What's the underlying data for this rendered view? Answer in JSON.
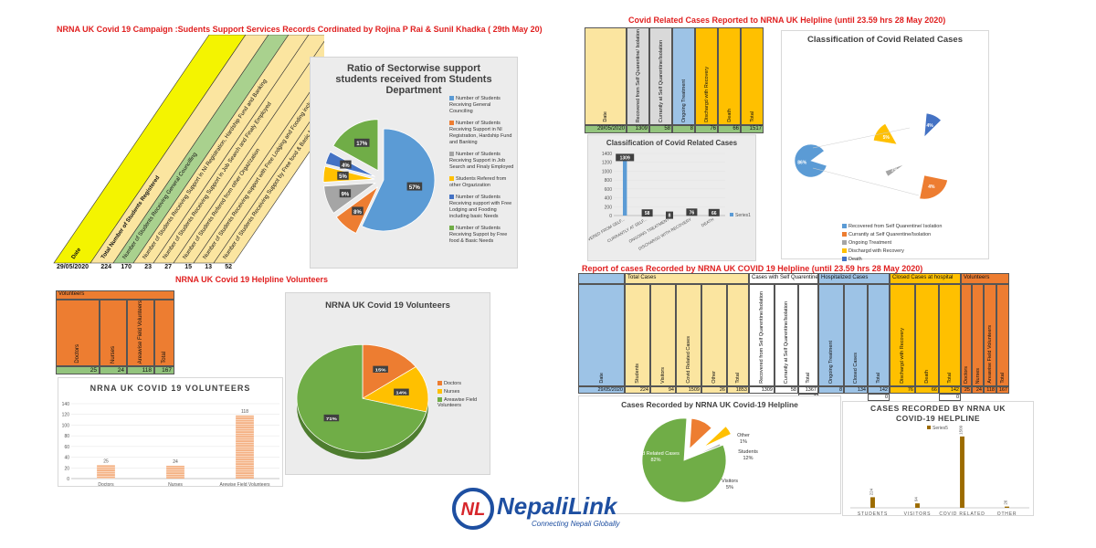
{
  "top_left": {
    "title": "NRNA UK Covid 19 Campaign :Sudents Support Services Records Cordinated by Rojina P Rai & Sunil Khadka ( 29th May 20)",
    "diag_headers": [
      "Date",
      "Total Number of Students Registered",
      "Number of Students Receiving General Councilling",
      "Number of Students Receiving Support in NI Registration, Hardship Fund and Banking",
      "Number of Students Receiving Support in Job Search and Finaly Employed",
      "Number of Students Refered from other Orgazization",
      "Number of Students Receiving support with Free Lodging and Fooding including basic Needs",
      "Number of Students Receiving Suppot by Free food & Basic Needs"
    ],
    "row": [
      "29/05/2020",
      "224",
      "170",
      "23",
      "27",
      "15",
      "13",
      "52"
    ],
    "colors": {
      "yellow": "#f4f400",
      "green": "#a9d18e",
      "beige": "#fbe5a0"
    }
  },
  "sector_chart": {
    "title": "Ratio of Sectorwise support students received from Students Department",
    "chart_data": {
      "type": "pie",
      "categories": [
        "Number of Students Receiving General Counciling",
        "Number of Students Receiving Support in NI Registration, Hardship Fund and Banking",
        "Number of Students Receiving Support in Job Search and Finaly Employed",
        "Students  Refered from other Orgazization",
        "Number of Students Receiving support with Free Lodging and Fooding including basic Needs",
        "Number of Students Receiving Suppot by Free food & Basic Needs"
      ],
      "values": [
        57,
        8,
        9,
        5,
        4,
        17
      ],
      "labels": [
        "57%",
        "8%",
        "9%",
        "5%",
        "4%",
        "17%"
      ],
      "colors": [
        "#5b9bd5",
        "#ed7d31",
        "#a5a5a5",
        "#ffc000",
        "#4472c4",
        "#70ad47"
      ],
      "legend": "right"
    }
  },
  "helpline_volunteers": {
    "title": "NRNA UK Covid 19 Helpline Volunteers",
    "header": "Volunteers",
    "columns": [
      "Doctors",
      "Nurses",
      "Areawise Field Volunteers",
      "Total"
    ],
    "values": [
      "25",
      "24",
      "118",
      "167"
    ],
    "color": "#ed7d31"
  },
  "volunteer_bar": {
    "title": "NRNA UK COVID 19 VOLUNTEERS",
    "chart_data": {
      "type": "bar",
      "categories": [
        "Doctors",
        "Nurses",
        "Arewise Field Volunteers"
      ],
      "values": [
        25,
        24,
        118
      ],
      "value_labels": [
        "25",
        "24",
        "118"
      ],
      "yticks": [
        "0",
        "20",
        "40",
        "60",
        "80",
        "100",
        "120",
        "140"
      ],
      "ylim": [
        0,
        140
      ],
      "color": "#f4b183"
    }
  },
  "volunteer_pie": {
    "title": "NRNA UK Covid 19 Volunteers",
    "chart_data": {
      "type": "pie",
      "categories": [
        "Doctors",
        "Nurses",
        "Areawise Field Volunteers"
      ],
      "values": [
        15,
        14,
        71
      ],
      "labels": [
        "15%",
        "14%",
        "71%"
      ],
      "colors": [
        "#ed7d31",
        "#ffc000",
        "#70ad47"
      ],
      "legend": "right"
    }
  },
  "covid_cases_table": {
    "title": "Covid Related Cases Reported to NRNA UK Helpline (until 23.59 hrs 28 May 2020)",
    "columns": [
      "Date",
      "Recovered from Self Quarentine/ Isolation",
      "Currantly at Self Quarentine/Isolation",
      "Ongoing Treatment",
      "Dischargd with Recovery",
      "Death",
      "Total"
    ],
    "values": [
      "29/05/2020",
      "1309",
      "58",
      "8",
      "76",
      "66",
      "1517"
    ],
    "colors": [
      "#fbe5a0",
      "#d9d9d9",
      "#d9d9d9",
      "#9dc3e6",
      "#ffc000",
      "#ffc000",
      "#ffc000"
    ]
  },
  "classification_bar": {
    "title": "Classification of Covid Related Cases",
    "chart_data": {
      "type": "bar",
      "categories": [
        "RECOVERED FROM SELF...",
        "CURRANTLY AT SELF...",
        "ONGOING TREATMENT",
        "DISCHARGD WITH RECOVERY",
        "DEATH"
      ],
      "values": [
        1309,
        58,
        8,
        76,
        66
      ],
      "value_labels": [
        "1309",
        "58",
        "8",
        "76",
        "66"
      ],
      "yticks": [
        "0",
        "200",
        "400",
        "600",
        "800",
        "1000",
        "1200",
        "1400"
      ],
      "ylim": [
        0,
        1400
      ],
      "series": [
        {
          "name": "Series1",
          "values": [
            1309,
            58,
            8,
            76,
            66
          ]
        }
      ],
      "color": "#5b9bd5"
    }
  },
  "classification_pie": {
    "title": "Classification of Covid Related Cases",
    "chart_data": {
      "type": "pie",
      "categories": [
        "Recovered from Self Quarentine/ Isolation",
        "Currantly at Self Quarentine/Isolation",
        "Ongoing Treatment",
        "Dischargd with Recovery",
        "Death"
      ],
      "values": [
        86,
        4,
        1,
        5,
        4
      ],
      "labels": [
        "86%",
        "4%",
        "1%",
        "5%",
        "4%"
      ],
      "colors": [
        "#5b9bd5",
        "#ed7d31",
        "#a5a5a5",
        "#ffc000",
        "#4472c4"
      ],
      "legend": "bottom"
    }
  },
  "report_table": {
    "title": "Report of cases Recorded by NRNA UK COVID 19 Helpline (until 23.59 hrs 28 May 2020)",
    "groups": [
      "Total Cases",
      "Cases with Self Quarentine",
      "Hospitalized Cases",
      "Closed Cases at hospital",
      "Volunteers"
    ],
    "columns": [
      "Date",
      "Students",
      "Visitors",
      "Covid Related Cases",
      "Other",
      "Total",
      "Recovered from Self Quarentine/Isolation",
      "Currantly at Self Quarentine/Isolation",
      "Total",
      "Ongoing Treatment",
      "Closed Cases",
      "Total",
      "Dischargd with Recovery",
      "Death",
      "Total",
      "Doctors",
      "Nurses",
      "Areawise Field Volunteers",
      "Total"
    ],
    "values": [
      "29/05/2020",
      "224",
      "94",
      "1509",
      "26",
      "1853",
      "1309",
      "58",
      "1367",
      "8",
      "134",
      "142",
      "76",
      "66",
      "142",
      "25",
      "24",
      "118",
      "167"
    ],
    "extra_row": [
      "0",
      "0",
      "0"
    ]
  },
  "cases_pie": {
    "title": "Cases Recorded by NRNA UK Covid-19 Helpline",
    "chart_data": {
      "type": "pie",
      "categories": [
        "Covid Related Cases",
        "Students",
        "Visitors",
        "Other"
      ],
      "values": [
        82,
        12,
        5,
        1
      ],
      "labels": [
        "Covid Related Cases 82%",
        "Students 12%",
        "Visitors 5%",
        "Other 1%"
      ],
      "colors": [
        "#70ad47",
        "#ed7d31",
        "#ffc000",
        "#a5a5a5"
      ]
    }
  },
  "cases_bar": {
    "title": "CASES RECORDED BY NRNA UK COVID-19 HELPLINE",
    "chart_data": {
      "type": "bar",
      "categories": [
        "STUDENTS",
        "VISITORS",
        "COVID RELATED",
        "OTHER"
      ],
      "values": [
        224,
        94,
        1509,
        26
      ],
      "value_labels": [
        "224",
        "94",
        "1509",
        "26"
      ],
      "ylim": [
        0,
        1700
      ],
      "series": [
        {
          "name": "Series5",
          "values": [
            224,
            94,
            1509,
            26
          ]
        }
      ],
      "color": "#9c6b00"
    }
  },
  "logo": {
    "mark": "NL",
    "name": "NepaliLink",
    "tagline": "Connecting Nepali Globally",
    "colors": {
      "red": "#d7262b",
      "blue": "#1e4fa1"
    }
  }
}
